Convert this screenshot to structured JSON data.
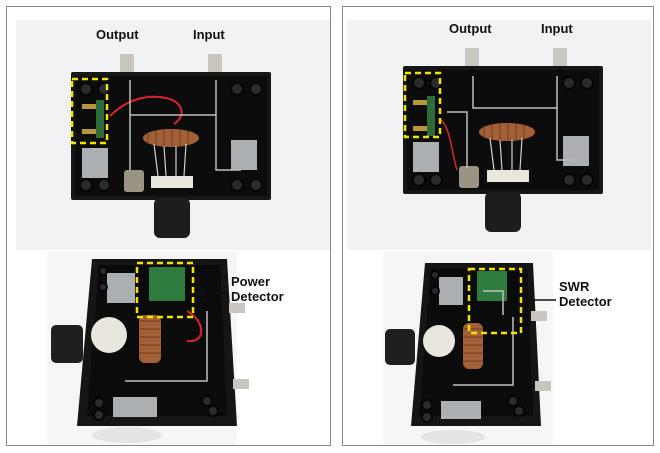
{
  "figure": {
    "panels": [
      {
        "id": "power-detector",
        "top_photo": {
          "labels": {
            "output": "Output",
            "input": "Input"
          },
          "highlight": "yellow dashed box around detector board"
        },
        "bottom_photo": {
          "callout": [
            "Power",
            "Detector"
          ]
        }
      },
      {
        "id": "swr-detector",
        "top_photo": {
          "labels": {
            "output": "Output",
            "input": "Input"
          },
          "highlight": "yellow dashed box around detector board"
        },
        "bottom_photo": {
          "callout": [
            "SWR",
            "Detector"
          ]
        }
      }
    ],
    "colors": {
      "highlight": "#f2e600",
      "enclosure": "#141414",
      "background": "#f1f2f3",
      "border": "#7d8a96",
      "copper": "#b0663a",
      "wire_red": "#d8262b"
    }
  }
}
